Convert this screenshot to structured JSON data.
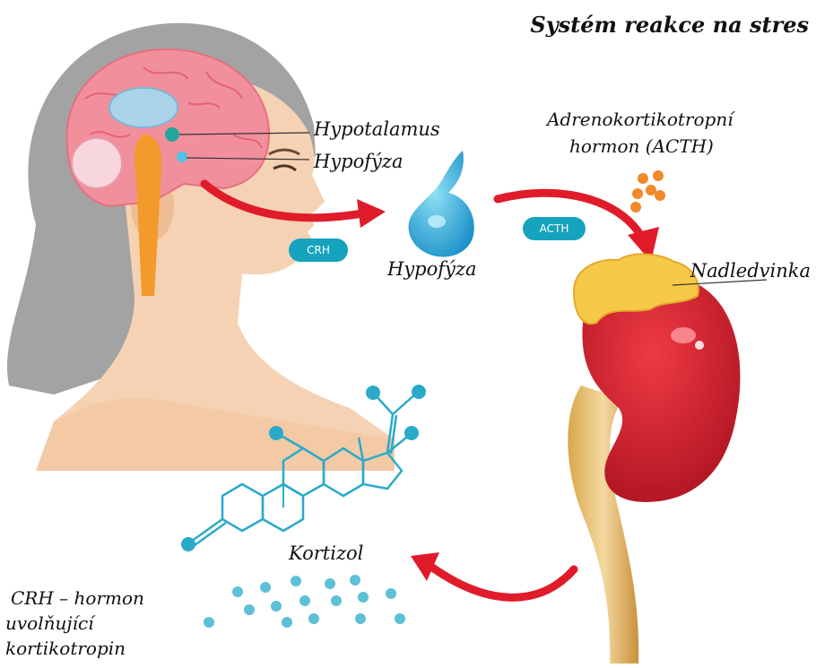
{
  "title": "Systém reakce na stres",
  "labels": {
    "hypothalamus": "Hypotalamus",
    "pituitary_head": "Hypofýza",
    "pituitary": "Hypofýza",
    "acth_line1": "Adrenokortikotropní",
    "acth_line2": "hormon (ACTH)",
    "adrenal": "Nadledvinka",
    "cortisol": "Kortizol",
    "crh_line1": "CRH – hormon",
    "crh_line2": "uvolňující",
    "crh_line3": "kortikotropin"
  },
  "badges": {
    "crh": "CRH",
    "acth": "ACTH"
  },
  "colors": {
    "arrow": "#e01b2a",
    "badge": "#16a3bd",
    "skin": "#f6d2b4",
    "hair": "#9b9b9b",
    "brain": "#f08a98",
    "kidney": "#d71f2f",
    "adrenal_fat": "#f7c948",
    "molecule": "#2aaac8",
    "acth_dots": "#f08a2a",
    "cortisol_dots": "#5cc0d6"
  }
}
